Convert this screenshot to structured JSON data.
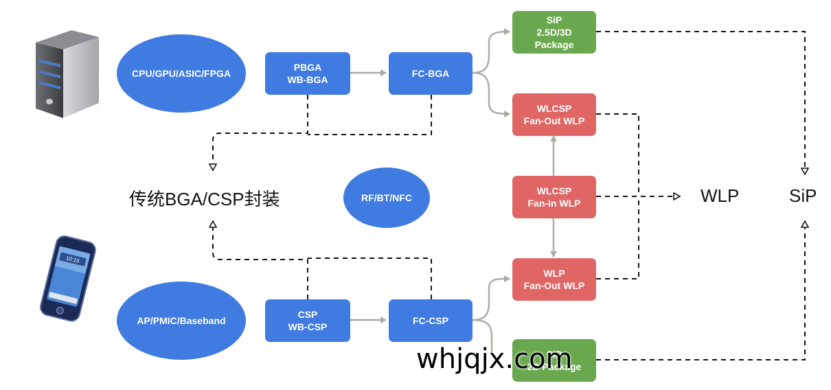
{
  "colors": {
    "blue": "#3f7be0",
    "red": "#e06666",
    "green": "#6aa84f",
    "arrow_gray": "#a9ada5"
  },
  "icons": {
    "top": "server-icon",
    "bottom": "mobile-phone-icon"
  },
  "nodes": {
    "cpu_ellipse": "CPU/GPU/ASIC/FPGA",
    "ap_ellipse": "AP/PMIC/Baseband",
    "rf_ellipse": "RF/BT/NFC",
    "pbga": "PBGA\nWB-BGA",
    "fcbga": "FC-BGA",
    "csp": "CSP\nWB-CSP",
    "fccsp": "FC-CSP",
    "sip_top": "SiP\n2.5D/3D\nPackage",
    "wlcsp_fanout": "WLCSP\nFan-Out WLP",
    "wlcsp_fanin": "WLCSP\nFan-In WLP",
    "wlp_fanout": "WLP\nFan-Out WLP",
    "sip_bottom": "SiP\n2D Package"
  },
  "labels": {
    "traditional": "传统BGA/CSP封装",
    "wlp": "WLP",
    "sip": "SiP",
    "watermark": "whjqjx.com",
    "phone_time": "10:15"
  }
}
